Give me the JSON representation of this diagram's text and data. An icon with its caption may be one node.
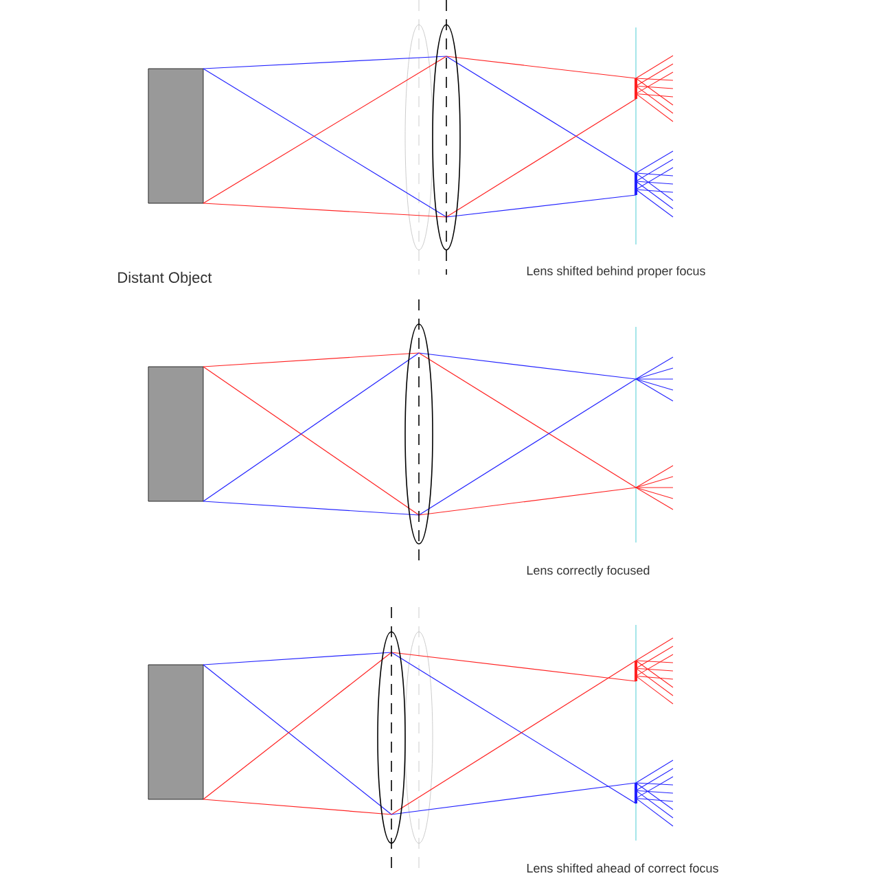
{
  "diagram": {
    "nodes": [
      {
        "text": [],
        "shape": "box"
      },
      {
        "text": [],
        "shape": "box"
      },
      {
        "text": [],
        "shape": "box"
      }
    ],
    "labels": [
      "Distant Object",
      "Lens shifted behind proper focus",
      "Lens correctly focused",
      "Lens shifted ahead of correct focus"
    ]
  }
}
